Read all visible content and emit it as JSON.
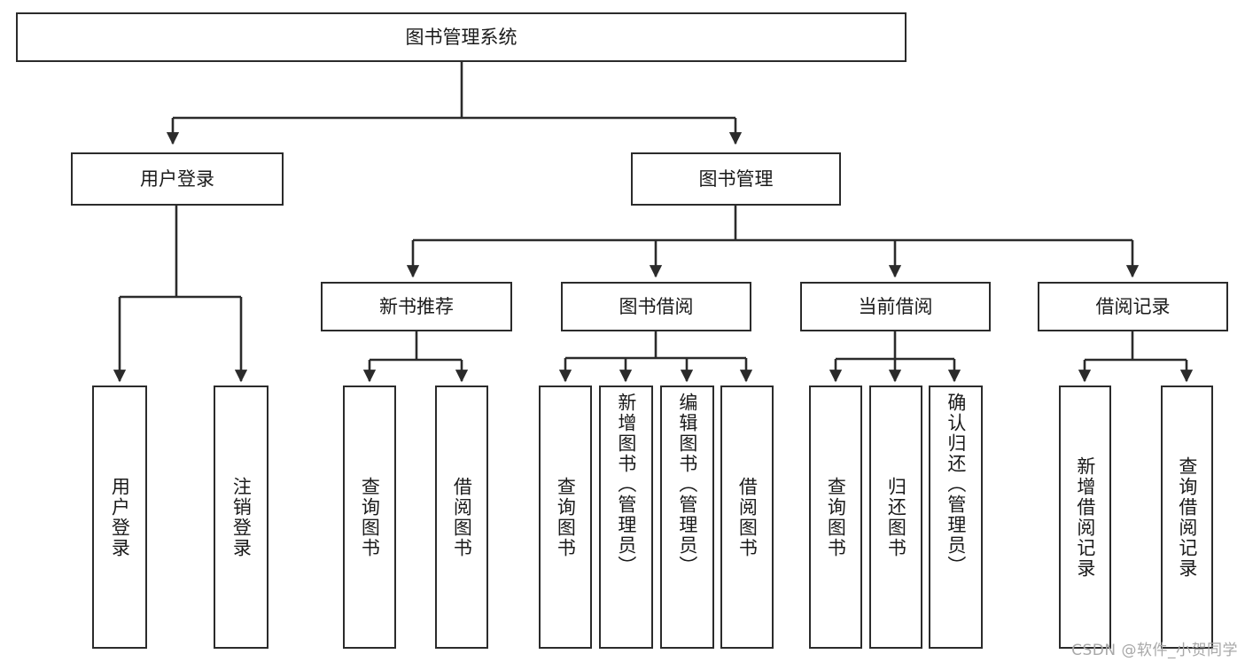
{
  "diagram": {
    "title": "图书管理系统",
    "type": "tree",
    "root": {
      "label": "图书管理系统"
    },
    "level2": [
      {
        "id": "user-login",
        "label": "用户登录"
      },
      {
        "id": "book-manage",
        "label": "图书管理"
      }
    ],
    "level3": [
      {
        "id": "new-book-recommend",
        "label": "新书推荐",
        "parent": "book-manage"
      },
      {
        "id": "book-borrow",
        "label": "图书借阅",
        "parent": "book-manage"
      },
      {
        "id": "current-borrow",
        "label": "当前借阅",
        "parent": "book-manage"
      },
      {
        "id": "borrow-record",
        "label": "借阅记录",
        "parent": "book-manage"
      }
    ],
    "leaves": [
      {
        "id": "leaf-user-login",
        "label": "用户登录",
        "parent": "user-login"
      },
      {
        "id": "leaf-logout-login",
        "label": "注销登录",
        "parent": "user-login"
      },
      {
        "id": "leaf-query-book-1",
        "label": "查询图书",
        "parent": "new-book-recommend"
      },
      {
        "id": "leaf-borrow-book-1",
        "label": "借阅图书",
        "parent": "new-book-recommend"
      },
      {
        "id": "leaf-query-book-2",
        "label": "查询图书",
        "parent": "book-borrow"
      },
      {
        "id": "leaf-add-book",
        "label": "新增图书（管理员）",
        "parent": "book-borrow"
      },
      {
        "id": "leaf-edit-book",
        "label": "编辑图书（管理员）",
        "parent": "book-borrow"
      },
      {
        "id": "leaf-borrow-book-2",
        "label": "借阅图书",
        "parent": "book-borrow"
      },
      {
        "id": "leaf-query-book-3",
        "label": "查询图书",
        "parent": "current-borrow"
      },
      {
        "id": "leaf-return-book",
        "label": "归还图书",
        "parent": "current-borrow"
      },
      {
        "id": "leaf-confirm-return",
        "label": "确认归还（管理员）",
        "parent": "current-borrow"
      },
      {
        "id": "leaf-add-record",
        "label": "新增借阅记录",
        "parent": "borrow-record"
      },
      {
        "id": "leaf-query-record",
        "label": "查询借阅记录",
        "parent": "borrow-record"
      }
    ],
    "colors": {
      "stroke": "#2b2b2b",
      "fill": "#ffffff",
      "text": "#1a1a1a",
      "watermark": "#a8a8a8"
    }
  },
  "watermark": {
    "text": "CSDN @软件_小贺同学"
  }
}
